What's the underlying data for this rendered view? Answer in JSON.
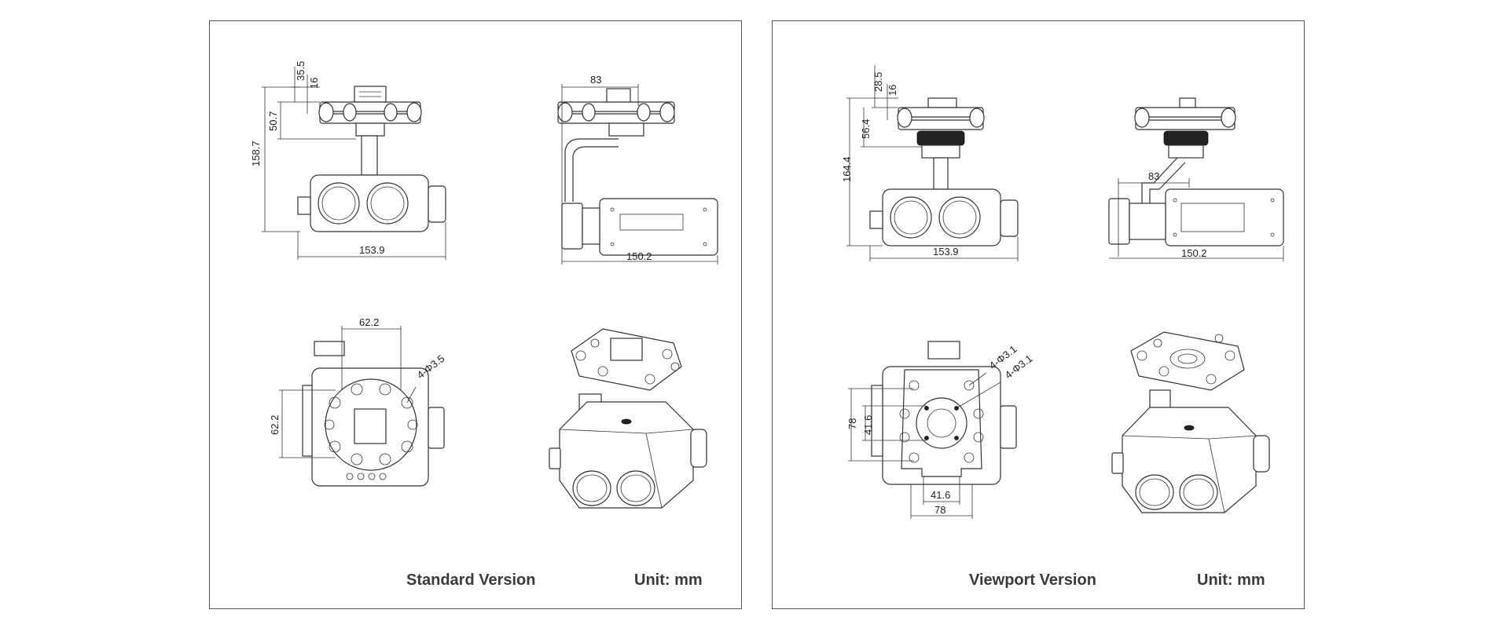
{
  "panels": {
    "standard": {
      "title": "Standard Version",
      "unit": "Unit: mm",
      "dims": {
        "top_small": "35.5",
        "top_tiny": "16",
        "mid": "50.7",
        "total_height": "158.7",
        "width_front": "153.9",
        "side_offset": "83",
        "width_side": "150.2",
        "plate_width": "62.2",
        "plate_height": "62.2",
        "holes": "4-Φ3.5"
      }
    },
    "viewport": {
      "title": "Viewport Version",
      "unit": "Unit: mm",
      "dims": {
        "top_small": "28.5",
        "top_tiny": "16",
        "mid": "56.4",
        "total_height": "164.4",
        "width_front": "153.9",
        "side_offset": "83",
        "width_side": "150.2",
        "outer_height": "78",
        "inner_height": "41.6",
        "inner_width": "41.6",
        "outer_width": "78",
        "holes_a": "4-Φ3.1",
        "holes_b": "4-Φ3.1"
      }
    }
  }
}
